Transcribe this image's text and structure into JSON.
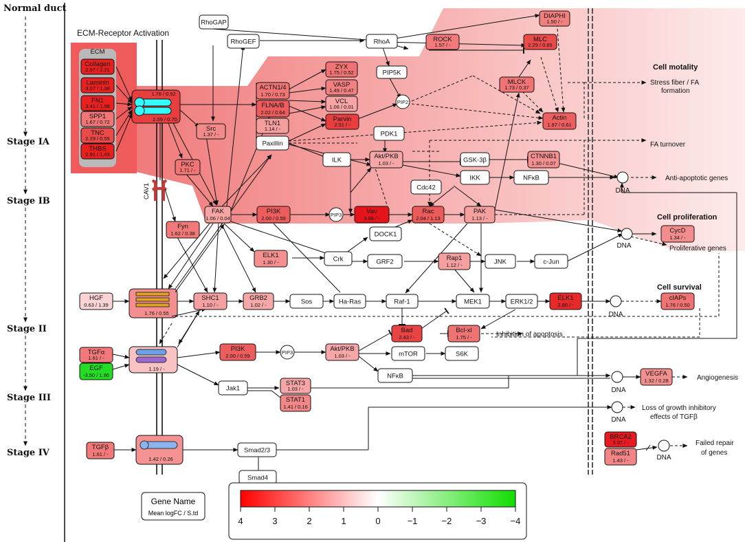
{
  "stages": [
    "Normal duct",
    "Stage IA",
    "Stage IB",
    "Stage II",
    "Stage III",
    "Stage IV"
  ],
  "section_title": "ECM-Receptor Activation",
  "ecm_header": "ECM",
  "membrane_label": "CAV1",
  "outcomes": {
    "cell_motality": "Cell motality",
    "stress_fiber_1": "Stress fiber / FA",
    "stress_fiber_2": "formation",
    "fa_turnover": "FA turnover",
    "anti_apoptotic": "Anti-apoptotic genes",
    "cell_proliferation": "Cell proliferation",
    "proliferative": "Proliferative genes",
    "cell_survival": "Cell survival",
    "inhibition_apoptosis": "Inhibition of apoptosis",
    "angiogenesis": "Angiogenesis",
    "loss_1": "Loss of growth inhibitory",
    "loss_2": "effects of TGFβ",
    "failed_1": "Failed repair",
    "failed_2": "of genes"
  },
  "dna_label": "DNA",
  "small_labels": {
    "pip2": "PIP2",
    "pip3": "PIP3"
  },
  "receptor_values": {
    "integrin_top": "1.76 / 0.52",
    "integrin_bottom": "2.59 / 0.70",
    "met": "1.76 / 0.55",
    "egfr": "1.19 / -",
    "tgfbr": "1.42 / 0.26"
  },
  "nodes": [
    {
      "id": "collagen",
      "label": "Collagen",
      "value": "2.97 / 2.21",
      "color": "#e8201f"
    },
    {
      "id": "laminin",
      "label": "Laminin",
      "value": "3.67 / 1.38",
      "color": "#e8201f"
    },
    {
      "id": "fn1",
      "label": "FN1",
      "value": "3.41 / 1.58",
      "color": "#e8201f"
    },
    {
      "id": "spp1",
      "label": "SPP1",
      "value": "1.67 / 0.72",
      "color": "#f07575"
    },
    {
      "id": "tnc",
      "label": "TNC",
      "value": "2.29 / 0.55",
      "color": "#ea4a49"
    },
    {
      "id": "thbs",
      "label": "THBS",
      "value": "2.91 / 1.43",
      "color": "#e8201f"
    },
    {
      "id": "rhogap",
      "label": "RhoGAP",
      "value": "",
      "color": "#ffffff"
    },
    {
      "id": "rhogef",
      "label": "RhoGEF",
      "value": "",
      "color": "#ffffff"
    },
    {
      "id": "rhoa",
      "label": "RhoA",
      "value": "",
      "color": "#ffffff"
    },
    {
      "id": "diaphi",
      "label": "DIAPHI",
      "value": "1.50 / -",
      "color": "#f27f7f"
    },
    {
      "id": "rock",
      "label": "ROCK",
      "value": "1.57 / -",
      "color": "#f27a7a"
    },
    {
      "id": "mlc",
      "label": "MLC",
      "value": "2.29 / 0.65",
      "color": "#ea4a49"
    },
    {
      "id": "pip5k",
      "label": "PIP5K",
      "value": "",
      "color": "#ffffff"
    },
    {
      "id": "actn",
      "label": "ACTN1/4",
      "value": "1.70 / 0.73",
      "color": "#f07575"
    },
    {
      "id": "zyx",
      "label": "ZYX",
      "value": "1.75 / 0.52",
      "color": "#f07373"
    },
    {
      "id": "vasp",
      "label": "VASP",
      "value": "1.49 / 0.47",
      "color": "#f28080"
    },
    {
      "id": "vcl",
      "label": "VCL",
      "value": "1.06 / 0.01",
      "color": "#f6a4a4"
    },
    {
      "id": "flna",
      "label": "FLNA/B",
      "value": "2.02 / 0.64",
      "color": "#ec5c5c"
    },
    {
      "id": "tln1",
      "label": "TLN1",
      "value": "1.14 / -",
      "color": "#f59e9e"
    },
    {
      "id": "parvin",
      "label": "Parvin",
      "value": "2.51 / -",
      "color": "#e93e3e"
    },
    {
      "id": "paxillin",
      "label": "Paxillin",
      "value": "",
      "color": "#ffffff"
    },
    {
      "id": "mlck",
      "label": "MLCK",
      "value": "1.73 / 0.37",
      "color": "#f07474"
    },
    {
      "id": "actin",
      "label": "Actin",
      "value": "1.97 / 0.61",
      "color": "#ed5f5f"
    },
    {
      "id": "src",
      "label": "Src",
      "value": "1.37 / -",
      "color": "#f38a8a"
    },
    {
      "id": "pkc",
      "label": "PKC",
      "value": "1.71 / -",
      "color": "#f07575"
    },
    {
      "id": "pdk1",
      "label": "PDK1",
      "value": "",
      "color": "#ffffff"
    },
    {
      "id": "ilk",
      "label": "ILK",
      "value": "",
      "color": "#ffffff"
    },
    {
      "id": "akt1",
      "label": "Akt/PKB",
      "value": "1.03 / -",
      "color": "#f6a6a6"
    },
    {
      "id": "gsk3b",
      "label": "GSK-3β",
      "value": "",
      "color": "#ffffff"
    },
    {
      "id": "ctnnb1",
      "label": "CTNNB1",
      "value": "1.30 / 0.07",
      "color": "#f49090"
    },
    {
      "id": "ikk",
      "label": "IKK",
      "value": "",
      "color": "#ffffff"
    },
    {
      "id": "nfkb1",
      "label": "NFκB",
      "value": "",
      "color": "#ffffff"
    },
    {
      "id": "cdc42",
      "label": "Cdc42",
      "value": "",
      "color": "#ffffff"
    },
    {
      "id": "fak",
      "label": "FAK",
      "value": "1.06 / 0.04",
      "color": "#f6a4a4"
    },
    {
      "id": "pi3k1",
      "label": "PI3K",
      "value": "2.00 / 0.59",
      "color": "#ed5d5d"
    },
    {
      "id": "vav",
      "label": "Vav",
      "value": "3.66 / -",
      "color": "#e4141a"
    },
    {
      "id": "rac",
      "label": "Rac",
      "value": "2.04 / 1.13",
      "color": "#ec5a5a"
    },
    {
      "id": "pak",
      "label": "PAK",
      "value": "1.13 / -",
      "color": "#f59f9f"
    },
    {
      "id": "fyn",
      "label": "Fyn",
      "value": "1.62 / 0.38",
      "color": "#f17979"
    },
    {
      "id": "dock1",
      "label": "DOCK1",
      "value": "",
      "color": "#ffffff"
    },
    {
      "id": "elk1a",
      "label": "ELK1",
      "value": "1.30 / -",
      "color": "#f49090"
    },
    {
      "id": "crk",
      "label": "Crk",
      "value": "",
      "color": "#ffffff"
    },
    {
      "id": "grf2",
      "label": "GRF2",
      "value": "",
      "color": "#ffffff"
    },
    {
      "id": "rap1",
      "label": "Rap1",
      "value": "1.12 / -",
      "color": "#f59f9f"
    },
    {
      "id": "jnk",
      "label": "JNK",
      "value": "",
      "color": "#ffffff"
    },
    {
      "id": "cjun",
      "label": "c-Jun",
      "value": "",
      "color": "#ffffff"
    },
    {
      "id": "cycd",
      "label": "CycD",
      "value": "1.34 / -",
      "color": "#f38d8d"
    },
    {
      "id": "hgf",
      "label": "HGF",
      "value": "0.63 / 1.39",
      "color": "#fad4d4"
    },
    {
      "id": "shc1",
      "label": "SHC1",
      "value": "1.10 / -",
      "color": "#f5a0a0"
    },
    {
      "id": "grb2",
      "label": "GRB2",
      "value": "1.02 / -",
      "color": "#f6a7a7"
    },
    {
      "id": "sos",
      "label": "Sos",
      "value": "",
      "color": "#ffffff"
    },
    {
      "id": "hras",
      "label": "Ha-Ras",
      "value": "",
      "color": "#ffffff"
    },
    {
      "id": "raf1",
      "label": "Raf-1",
      "value": "",
      "color": "#ffffff"
    },
    {
      "id": "mek1",
      "label": "MEK1",
      "value": "",
      "color": "#ffffff"
    },
    {
      "id": "erk",
      "label": "ERK1/2",
      "value": "",
      "color": "#ffffff"
    },
    {
      "id": "elk1b",
      "label": "ELK1",
      "value": "2.80 / -",
      "color": "#e62a2a"
    },
    {
      "id": "ciaps",
      "label": "cIAPs",
      "value": "1.76 / 0.50",
      "color": "#f07373"
    },
    {
      "id": "bad",
      "label": "Bad",
      "value": "2.43 / -",
      "color": "#e94444"
    },
    {
      "id": "bclxl",
      "label": "Bcl-xl",
      "value": "1.75 / -",
      "color": "#f07373"
    },
    {
      "id": "tgfa",
      "label": "TGFα",
      "value": "1.61 / -",
      "color": "#f17979"
    },
    {
      "id": "egf",
      "label": "EGF",
      "value": "-3.50 / 1.96",
      "color": "#22dd22"
    },
    {
      "id": "pi3k2",
      "label": "PI3K",
      "value": "2.00 / 0.59",
      "color": "#ed5d5d"
    },
    {
      "id": "akt2",
      "label": "Akt/PKB",
      "value": "1.03 / -",
      "color": "#f6a6a6"
    },
    {
      "id": "mtor",
      "label": "mTOR",
      "value": "",
      "color": "#ffffff"
    },
    {
      "id": "s6k",
      "label": "S6K",
      "value": "",
      "color": "#ffffff"
    },
    {
      "id": "nfkb2",
      "label": "NFκB",
      "value": "",
      "color": "#ffffff"
    },
    {
      "id": "jak1",
      "label": "Jak1",
      "value": "",
      "color": "#ffffff"
    },
    {
      "id": "stat3",
      "label": "STAT3",
      "value": "1.03 / -",
      "color": "#f6a6a6"
    },
    {
      "id": "stat1",
      "label": "STAT1",
      "value": "1.41 / 0.16",
      "color": "#f38787"
    },
    {
      "id": "vegfa",
      "label": "VEGFA",
      "value": "1.32 / 0.28",
      "color": "#f48f8f"
    },
    {
      "id": "tgfb",
      "label": "TGFβ",
      "value": "1.61 / -",
      "color": "#f17979"
    },
    {
      "id": "smad23",
      "label": "Smad2/3",
      "value": "",
      "color": "#ffffff"
    },
    {
      "id": "smad4",
      "label": "Smad4",
      "value": "",
      "color": "#ffffff"
    },
    {
      "id": "brca2",
      "label": "BRCA2",
      "value": "3.37 / -",
      "color": "#e61a1f"
    },
    {
      "id": "rad51",
      "label": "Rad51",
      "value": "1.43 / -",
      "color": "#f28686"
    }
  ],
  "legend": {
    "gene_name": "Gene Name",
    "stat_label": "Mean logFC / S.td",
    "ticks": [
      "4",
      "3",
      "2",
      "1",
      "0",
      "−1",
      "−2",
      "−3",
      "−4"
    ],
    "colors": {
      "high": "#ff0000",
      "mid": "#ffffff",
      "low": "#11dd00"
    }
  }
}
